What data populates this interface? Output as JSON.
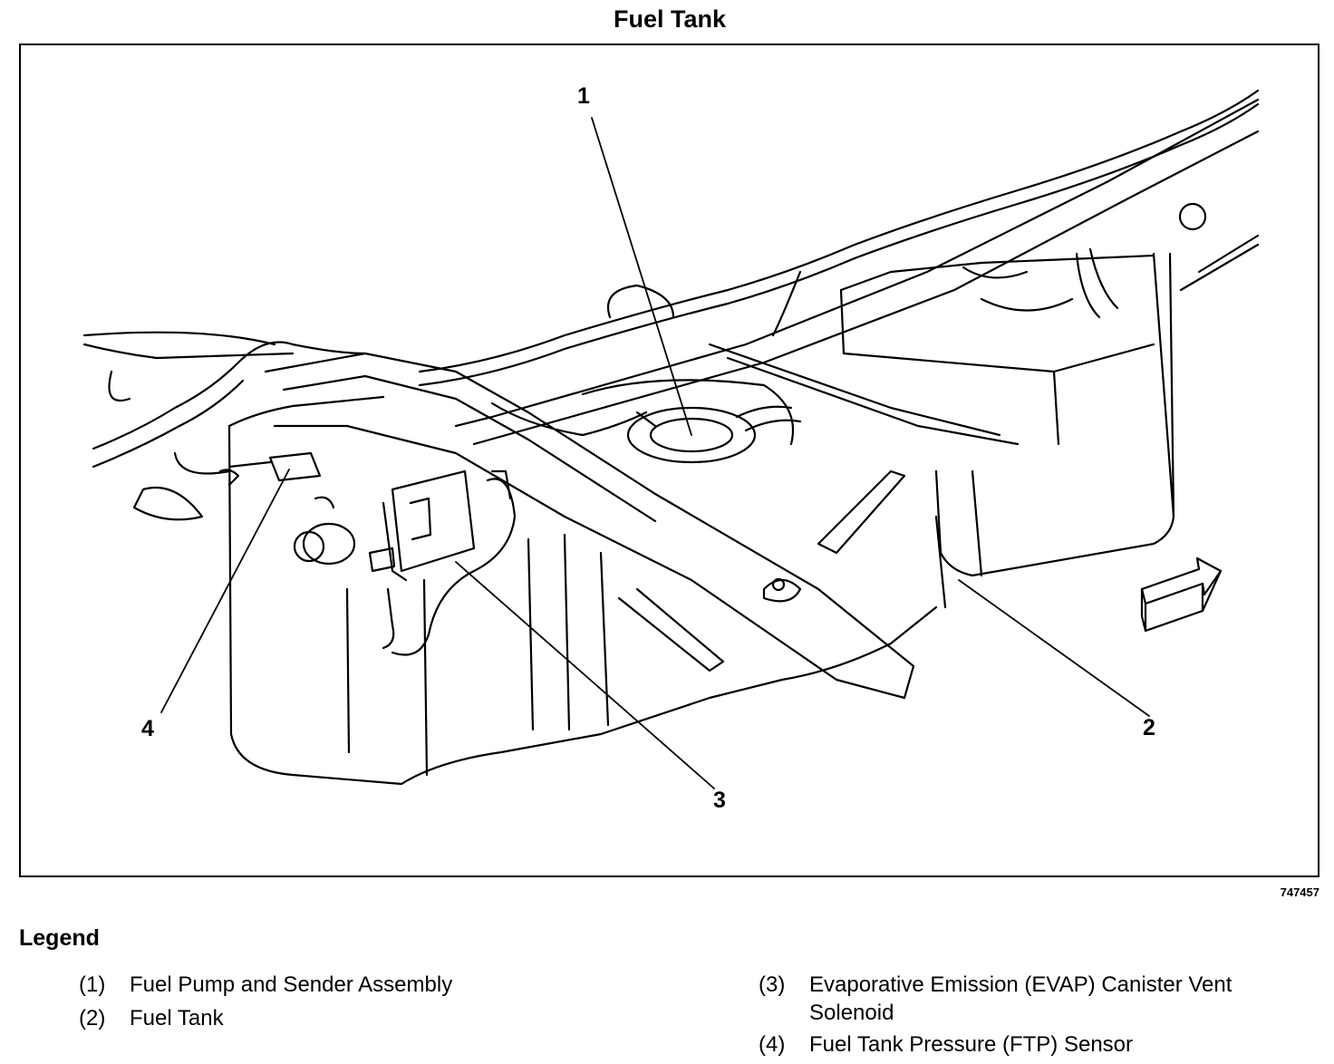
{
  "title": "Fuel Tank",
  "callouts": [
    {
      "label": "1"
    },
    {
      "label": "2"
    },
    {
      "label": "3"
    },
    {
      "label": "4"
    }
  ],
  "figure_id": "747457",
  "legend": {
    "heading": "Legend",
    "items": [
      {
        "num": "(1)",
        "text": "Fuel Pump and Sender Assembly"
      },
      {
        "num": "(2)",
        "text": "Fuel Tank"
      },
      {
        "num": "(3)",
        "text": "Evaporative Emission (EVAP) Canister Vent Solenoid"
      },
      {
        "num": "(4)",
        "text": "Fuel Tank Pressure (FTP) Sensor"
      }
    ]
  }
}
